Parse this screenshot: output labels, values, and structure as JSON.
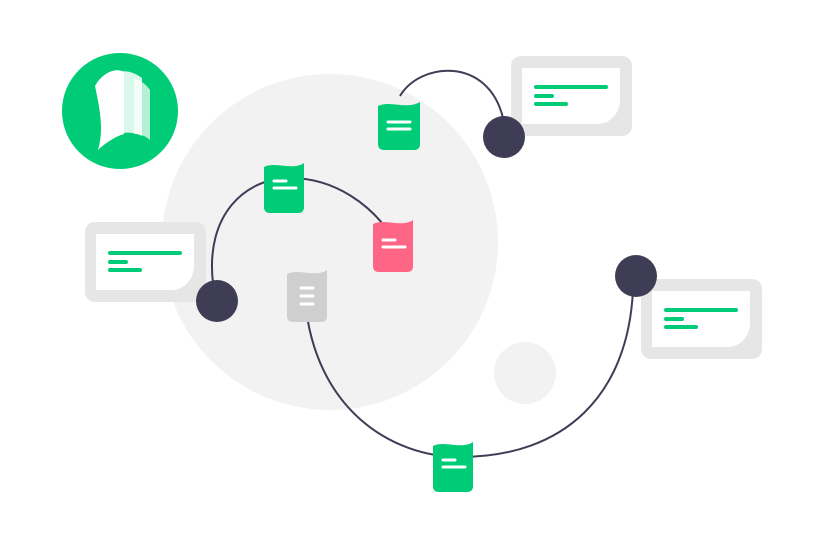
{
  "colors": {
    "background": "#ffffff",
    "backdrop_circle": "#f2f2f2",
    "accent_green": "#00cc77",
    "accent_pink": "#ff6584",
    "neutral_gray": "#cfcfcf",
    "node_dark": "#3f3d56",
    "card_frame": "#e6e6e6",
    "card_face": "#ffffff",
    "logo_mark": "#ffffff"
  },
  "logo": {
    "icon": "book-icon",
    "color": "#00cc77"
  },
  "cards": [
    {
      "name": "message-card-top-right",
      "icon": "text-lines-icon"
    },
    {
      "name": "message-card-left",
      "icon": "text-lines-icon"
    },
    {
      "name": "message-card-right",
      "icon": "text-lines-icon"
    }
  ],
  "documents": [
    {
      "name": "document-icon-top",
      "color": "#00cc77"
    },
    {
      "name": "document-icon-green-left",
      "color": "#00cc77"
    },
    {
      "name": "document-icon-pink",
      "color": "#ff6584"
    },
    {
      "name": "document-icon-gray",
      "color": "#cfcfcf"
    },
    {
      "name": "document-icon-bottom",
      "color": "#00cc77"
    }
  ],
  "nodes": [
    {
      "name": "node-dot-top-right",
      "color": "#3f3d56"
    },
    {
      "name": "node-dot-left",
      "color": "#3f3d56"
    },
    {
      "name": "node-dot-right",
      "color": "#3f3d56"
    }
  ]
}
